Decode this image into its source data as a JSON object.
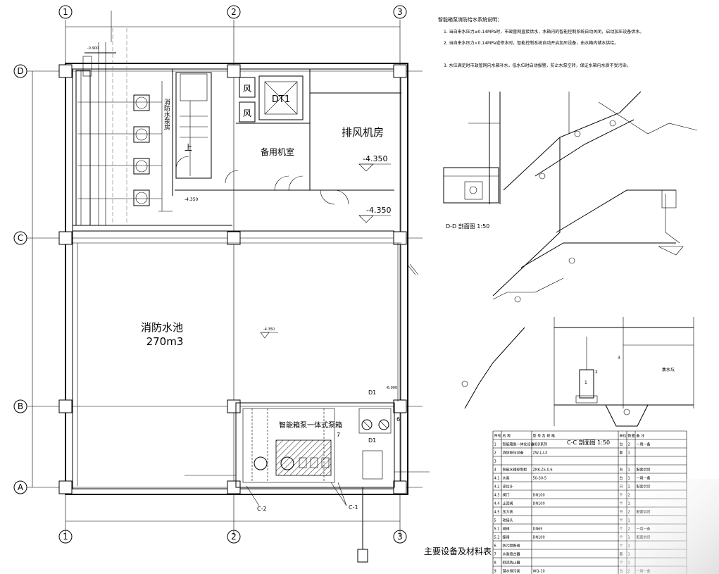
{
  "grid": {
    "cols": [
      "1",
      "2",
      "3"
    ],
    "rows": [
      "D",
      "C",
      "B",
      "A"
    ]
  },
  "rooms": {
    "exhaust_fan_room": "排风机房",
    "spare_room": "备用机室",
    "fire_pool_name": "消防水池",
    "fire_pool_volume": "270m3",
    "pump_label": "消防水泵房",
    "elevator": "DT1",
    "shaft_air_1": "风",
    "shaft_air_2": "风",
    "stair_up": "上",
    "tank_label": "智能箱泵一体式泵箱",
    "sump_label": "集水坑"
  },
  "levels": {
    "exhaust_room": "-4.350",
    "corridor": "-4.350",
    "stair_landing": "-4.350",
    "pool_bottom": "-4.350",
    "tank_base": "-6.000",
    "riser_top": "-0.900"
  },
  "notes": {
    "title": "智能箱泵消防给水系统说明：",
    "lines": [
      "1. 当自来水压力≥0.14MPa时，市政管网直接供水，水箱内的智能控制系统自动关闭，启动加压设备供水。",
      "2. 当自来水压力<0.14MPa或停水时，智能控制系统自动开启加压设备，由水箱内储水供给。",
      "3. 水位满足时市政管网向水箱补水，低水位时启动报警，防止水泵空转，保证水箱内水质不受污染。"
    ]
  },
  "sections": {
    "dd": "D-D  剖面图    1:50",
    "cc": "C-C  剖面图    1:50",
    "marker_c1": "C-1",
    "marker_c2": "C-2",
    "marker_d1": "D1",
    "marker_d2": "D1",
    "marker_7": "7",
    "marker_6": "6",
    "marker_3": "3",
    "marker_2": "2",
    "marker_1": "1"
  },
  "table": {
    "caption": "主要设备及材料表",
    "headers": [
      "序号",
      "名 称",
      "型 号 及 规 格",
      "单位",
      "数量",
      "备 注"
    ],
    "rows": [
      [
        "1",
        "智能箱泵一体化设备",
        "XBD系列",
        "台",
        "2",
        "一用一备"
      ],
      [
        "2",
        "消防稳压设备",
        "ZW-L-I-X",
        "套",
        "1",
        ""
      ],
      [
        "3",
        "",
        "",
        "",
        "",
        ""
      ],
      [
        "4",
        "智能水箱控制柜",
        "ZNK-ZS-0.6",
        "台",
        "1",
        "配套供货"
      ],
      [
        "4.1",
        "水泵",
        "50-30-5",
        "台",
        "1",
        "一用一备"
      ],
      [
        "4.2",
        "液位计",
        "",
        "只",
        "1",
        "配套供货"
      ],
      [
        "4.3",
        "阀门",
        "DN100",
        "个",
        "2",
        ""
      ],
      [
        "4.4",
        "止回阀",
        "DN100",
        "个",
        "1",
        ""
      ],
      [
        "4.5",
        "压力表",
        "",
        "只",
        "2",
        "配套供货"
      ],
      [
        "5",
        "软接头",
        "",
        "个",
        "1",
        ""
      ],
      [
        "5.1",
        "闸阀",
        "DN65",
        "个",
        "2",
        "一用一备"
      ],
      [
        "5.2",
        "蝶阀",
        "DN100",
        "个",
        "1",
        "配套供货"
      ],
      [
        "6",
        "防污隔断阀",
        "",
        "个",
        "1",
        ""
      ],
      [
        "7",
        "水泵接合器",
        "",
        "套",
        "1",
        ""
      ],
      [
        "8",
        "倒流防止器",
        "",
        "个",
        "1",
        ""
      ],
      [
        "9",
        "潜水排污泵",
        "WQ-10",
        "台",
        "2",
        "一用一备"
      ]
    ]
  },
  "colors": {
    "line": "#000000",
    "background": "#ffffff"
  }
}
